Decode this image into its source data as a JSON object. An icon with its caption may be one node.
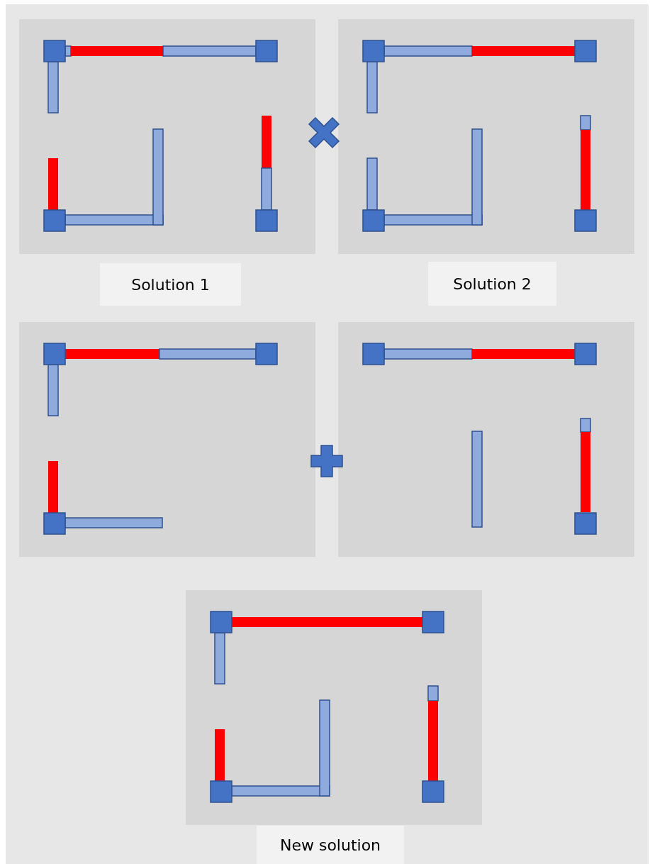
{
  "diagram": {
    "nodes": [
      {
        "text": [
          "Solution 1"
        ]
      },
      {
        "text": [
          "Solution 2"
        ]
      },
      {
        "text": [
          "New solution"
        ]
      }
    ]
  }
}
